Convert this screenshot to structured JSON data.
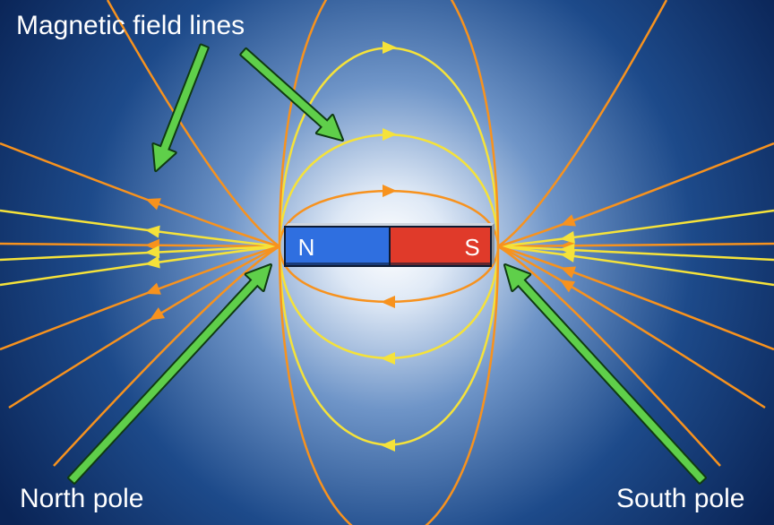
{
  "labels": {
    "field_lines": "Magnetic field lines",
    "north_pole": "North pole",
    "south_pole": "South pole"
  },
  "magnet": {
    "north_letter": "N",
    "south_letter": "S"
  },
  "colors": {
    "background_dark": "#0b2a5c",
    "background_glow": "#ffffff",
    "inner_field_line": "#f5e23a",
    "outer_field_line": "#f7921e",
    "north_pole": "#2f6fe0",
    "south_pole": "#e03a2a",
    "pointer_arrow": "#5fcf4a",
    "label_text": "#ffffff"
  }
}
